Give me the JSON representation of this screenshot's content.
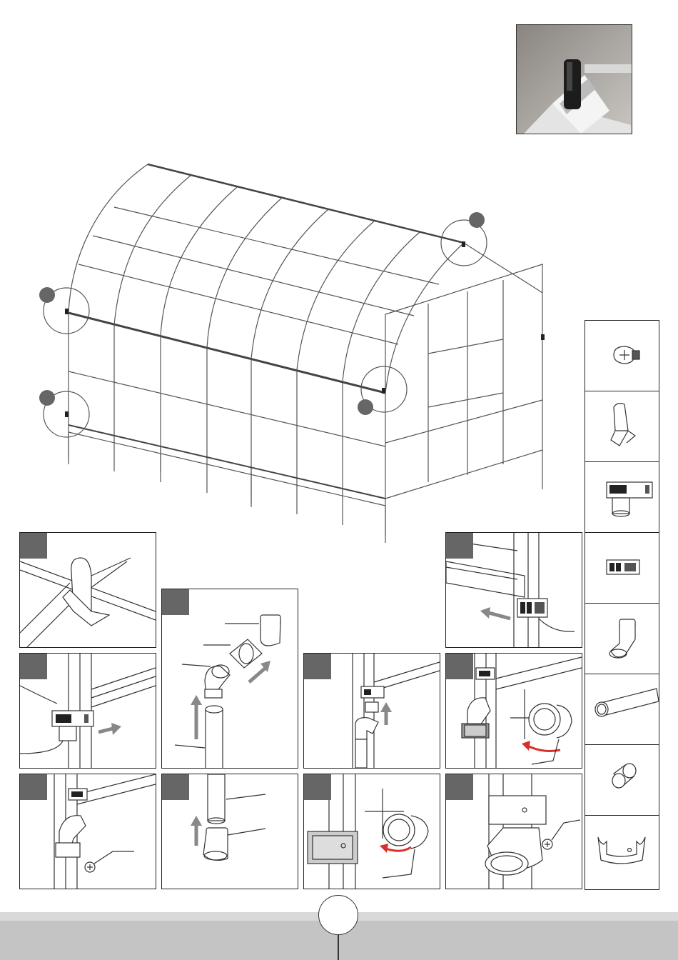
{
  "photo": {
    "icon": "gutter-bracket-photo"
  },
  "overview": {
    "callouts": [
      "callout-front-top",
      "callout-front-bottom",
      "callout-ridge-end",
      "callout-corner"
    ]
  },
  "steps": [
    {
      "id": "step-1",
      "icon": "gutter-end-cap"
    },
    {
      "id": "step-2",
      "icon": "downpipe-assembly"
    },
    {
      "id": "step-3",
      "icon": "gutter-clip"
    },
    {
      "id": "step-4",
      "icon": "gutter-outlet"
    },
    {
      "id": "step-5",
      "icon": "outlet-elbow"
    },
    {
      "id": "step-6",
      "icon": "pipe-clamp-rotate"
    },
    {
      "id": "step-7",
      "icon": "clamp-screw"
    },
    {
      "id": "step-8",
      "icon": "pipe-elbow-connect"
    },
    {
      "id": "step-9",
      "icon": "clamp-close"
    },
    {
      "id": "step-10",
      "icon": "bottom-elbow-screw"
    }
  ],
  "parts": [
    {
      "icon": "screw-icon"
    },
    {
      "icon": "end-cap-icon"
    },
    {
      "icon": "outlet-icon"
    },
    {
      "icon": "clip-icon"
    },
    {
      "icon": "elbow-icon"
    },
    {
      "icon": "pipe-icon"
    },
    {
      "icon": "connector-icon"
    },
    {
      "icon": "clamp-icon"
    }
  ],
  "colors": {
    "line": "#333333",
    "badge": "#666666",
    "arrow": "#888888",
    "rotate_arrow": "#d9302a",
    "footer": "#c4c4c4"
  },
  "page": {
    "number": ""
  }
}
